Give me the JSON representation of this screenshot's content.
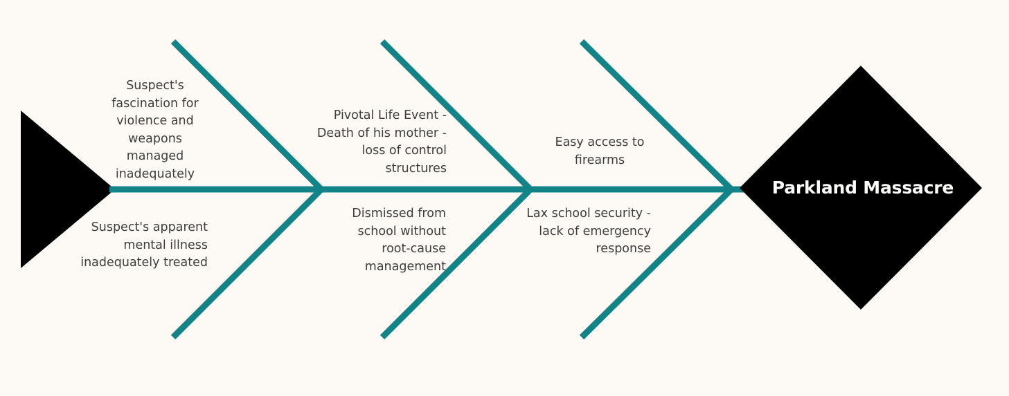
{
  "diagram": {
    "type": "fishbone-ishikawa",
    "orientation": "head-right",
    "background_color": "#FDFAF6",
    "bone_color": "#128387",
    "head_color": "#000000",
    "tail_color": "#000000",
    "label_color": "#3D3D3D",
    "effect_text_color": "#FFFFFF"
  },
  "effect": {
    "label": "Parkland Massacre",
    "shape": "diamond"
  },
  "tail": {
    "shape": "triangle"
  },
  "spine": {
    "label": "main-spine"
  },
  "causes": {
    "upper": [
      {
        "id": "upper-1",
        "label": "Suspect's fascination for violence and weapons managed inadequately"
      },
      {
        "id": "upper-2",
        "label": "Pivotal Life Event - Death of his mother - loss of control structures"
      },
      {
        "id": "upper-3",
        "label": "Easy access to firearms"
      }
    ],
    "lower": [
      {
        "id": "lower-1",
        "label": "Suspect's apparent mental illness inadequately treated"
      },
      {
        "id": "lower-2",
        "label": "Dismissed from school without root-cause management"
      },
      {
        "id": "lower-3",
        "label": "Lax school security - lack of emergency response"
      }
    ]
  }
}
